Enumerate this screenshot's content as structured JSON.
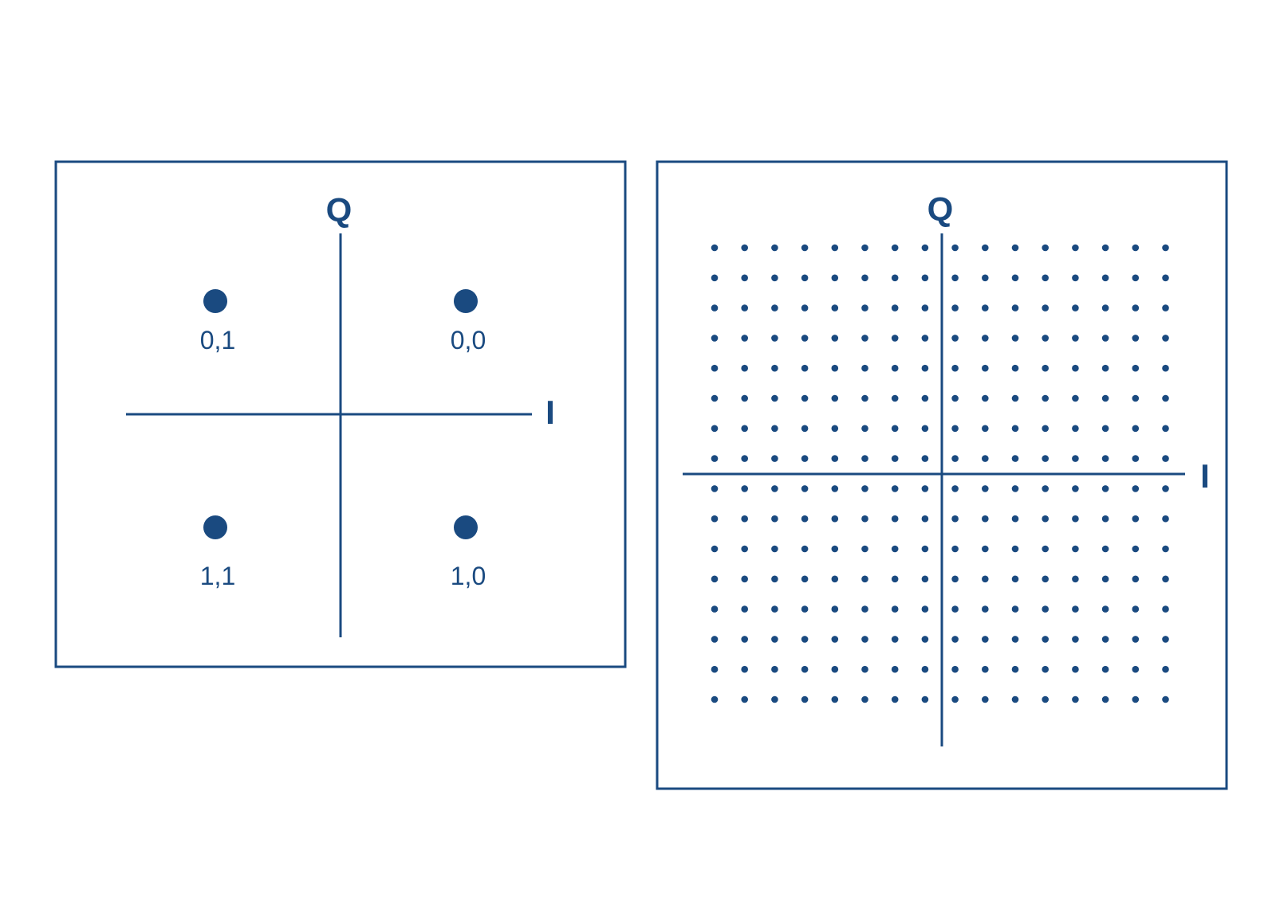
{
  "accent_color": "#1a4a80",
  "background_color": "#ffffff",
  "diagrams": [
    {
      "id": "qpsk",
      "axis_labels": {
        "vertical": "Q",
        "horizontal": "I"
      },
      "constellation": {
        "grid": 2,
        "points": [
          {
            "i": -1,
            "q": 1,
            "label": "0,1"
          },
          {
            "i": 1,
            "q": 1,
            "label": "0,0"
          },
          {
            "i": -1,
            "q": -1,
            "label": "1,1"
          },
          {
            "i": 1,
            "q": -1,
            "label": "1,0"
          }
        ]
      }
    },
    {
      "id": "qam256",
      "axis_labels": {
        "vertical": "Q",
        "horizontal": "I"
      },
      "constellation": {
        "grid": 16,
        "points": []
      }
    }
  ]
}
